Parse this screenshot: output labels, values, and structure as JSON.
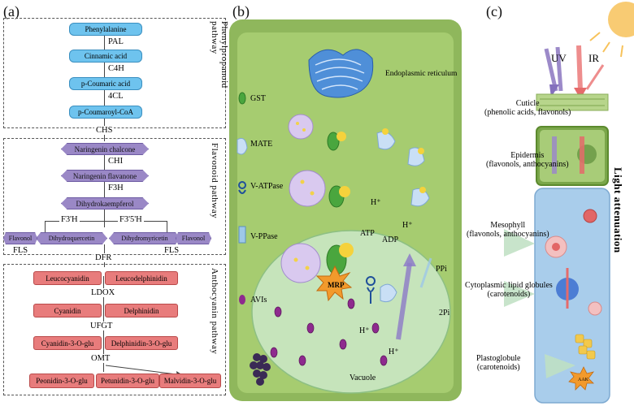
{
  "panels": {
    "a": "(a)",
    "b": "(b)",
    "c": "(c)"
  },
  "phenylpropanoid": {
    "side_label": "Phenylpropanoid pathway",
    "nodes": [
      "Phenylalanine",
      "Cinnamic acid",
      "p-Coumaric acid",
      "p-Coumaroyl-CoA"
    ],
    "enzymes": [
      "PAL",
      "C4H",
      "4CL"
    ]
  },
  "chs": "CHS",
  "flavonoid": {
    "side_label": "Flavonoid pathway",
    "nodes": [
      "Naringenin chalcone",
      "Naringenin flavanone",
      "Dihydrokaempferol",
      "Dihydroquercetin",
      "Dihydromyricetin",
      "Flavonol",
      "Flavonol"
    ],
    "enzymes": [
      "CHI",
      "F3H",
      "F3'H",
      "F3'5'H",
      "FLS",
      "FLS"
    ]
  },
  "dfr": "DFR",
  "anthocyanin": {
    "side_label": "Anthocyanin pathway",
    "nodes": [
      "Leucocyanidin",
      "Leucodelphinidin",
      "Cyanidin",
      "Delphinidin",
      "Cyanidin-3-O-glu",
      "Delphinidin-3-O-glu",
      "Peonidin-3-O-glu",
      "Petunidin-3-O-glu",
      "Malvidin-3-O-glu"
    ],
    "enzymes": [
      "LDOX",
      "UFGT",
      "OMT"
    ]
  },
  "cell": {
    "legend": [
      "GST",
      "MATE",
      "V-ATPase",
      "V-PPase",
      "AVIs"
    ],
    "labels": {
      "er": "Endoplasmic reticulum",
      "vacuole": "Vacuole",
      "mrp": "MRP",
      "atp": "ATP",
      "adp": "ADP",
      "ppi": "PPi",
      "twopi": "2Pi",
      "h": "H⁺"
    }
  },
  "leaf": {
    "uv": "UV",
    "ir": "IR",
    "cuticle": [
      "Cuticle",
      "(phenolic acids, flavonols)"
    ],
    "epidermis": [
      "Epidermis",
      "(flavonols, anthocyanins)"
    ],
    "mesophyll": [
      "Mesophyll",
      "(flavonols, anthocyanins)"
    ],
    "lipid": [
      "Cytoplasmic lipid globules",
      "(carotenoids)"
    ],
    "plasto": [
      "Plastoglobule",
      "(carotenoids)"
    ],
    "attenuation": "Light attenuation",
    "aak": "AAK"
  },
  "colors": {
    "blue_node": "#6ec3ee",
    "purple_node": "#9a88c6",
    "red_node": "#e87c7c",
    "cell_green": "#8fb75c",
    "vacuole": "#c8e6c0"
  }
}
